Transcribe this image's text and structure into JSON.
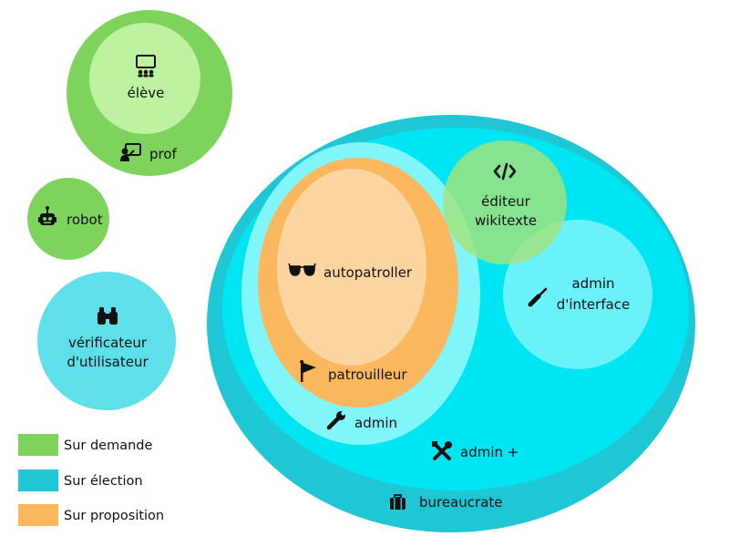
{
  "colors": {
    "green_dark": "#7dd35c",
    "green_light": "#bdf3a0",
    "cyan_dark": "#1fc6d4",
    "cyan_mid": "#00e5f3",
    "cyan_light": "#80f6fb",
    "cyan_verif": "#5fdfe9",
    "orange_dark": "#fbb75e",
    "orange_light": "#fdd5a1",
    "editor_overlay": "#a3e27a",
    "interface_overlay": "#c3fcfd"
  },
  "groups": {
    "eleve": {
      "label": "élève",
      "icon": "classroom-icon"
    },
    "prof": {
      "label": "prof",
      "icon": "teacher-icon"
    },
    "robot": {
      "label": "robot",
      "icon": "robot-icon"
    },
    "verificateur": {
      "line1": "vérificateur",
      "line2": "d'utilisateur",
      "icon": "binoculars-icon"
    },
    "bureaucrate": {
      "label": "bureaucrate",
      "icon": "briefcase-icon"
    },
    "admin_plus": {
      "label": "admin +",
      "icon": "tools-icon"
    },
    "admin": {
      "label": "admin",
      "icon": "wrench-icon"
    },
    "patrouilleur": {
      "label": "patrouilleur",
      "icon": "flag-icon"
    },
    "autopatroller": {
      "label": "autopatroller",
      "icon": "glasses-icon"
    },
    "editeur": {
      "line1": "éditeur",
      "line2": "wikitexte",
      "icon": "code-icon"
    },
    "admin_interface": {
      "line1": "admin",
      "line2": "d'interface",
      "icon": "screwdriver-icon"
    }
  },
  "legend": [
    {
      "label": "Sur demande",
      "color": "#7dd35c"
    },
    {
      "label": "Sur élection",
      "color": "#1fc6d4"
    },
    {
      "label": "Sur proposition",
      "color": "#fbb75e"
    }
  ]
}
